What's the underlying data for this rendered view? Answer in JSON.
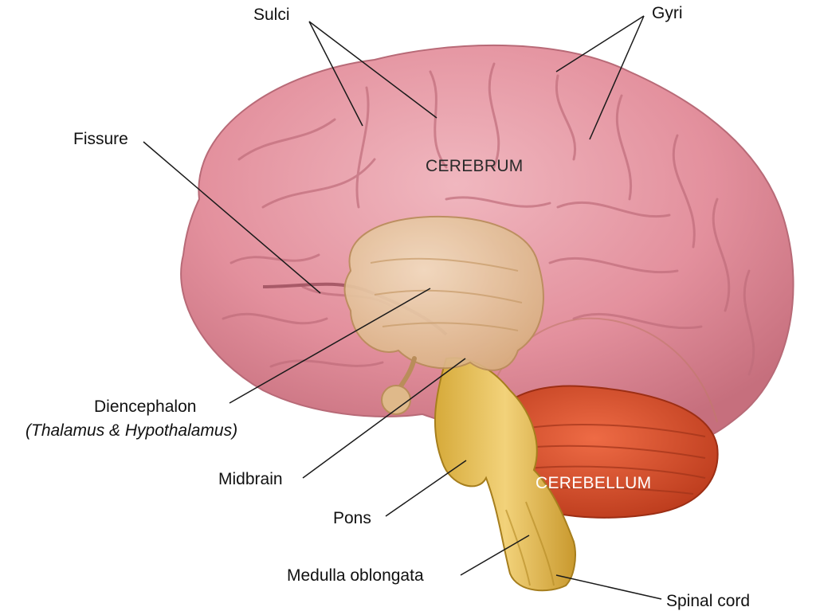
{
  "figure": {
    "labels": {
      "sulci": "Sulci",
      "gyri": "Gyri",
      "fissure": "Fissure",
      "diencephalon": "Diencephalon",
      "diencephalon_sub": "(Thalamus & Hypothalamus)",
      "midbrain": "Midbrain",
      "pons": "Pons",
      "medulla": "Medulla oblongata",
      "spinal_cord": "Spinal cord"
    },
    "regions": {
      "cerebrum": "CEREBRUM",
      "cerebellum": "CEREBELLUM"
    },
    "colors": {
      "cerebrum": "#e59aa6",
      "cerebrum_shadow": "#c8707e",
      "diencephalon": "#e8c59c",
      "brainstem": "#e8c25a",
      "cerebellum": "#e0502c",
      "leader_line": "#1a1a1a"
    }
  }
}
